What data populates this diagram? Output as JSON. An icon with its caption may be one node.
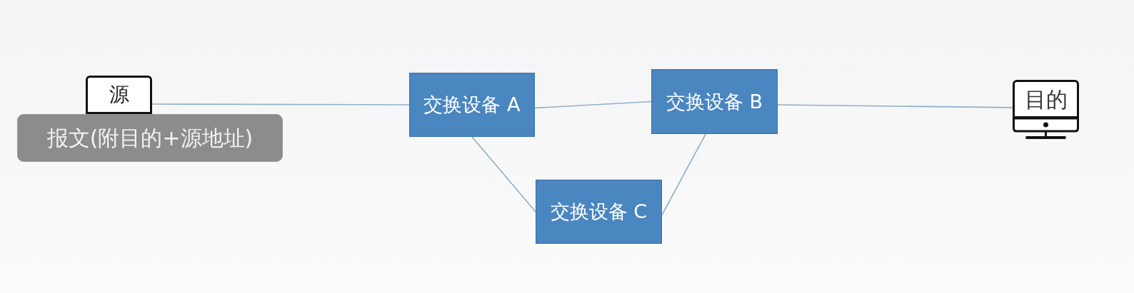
{
  "diagram": {
    "nodes": [
      {
        "text": [
          "源"
        ]
      },
      {
        "text": [
          "报文(附目的+源地址)"
        ]
      },
      {
        "text": [
          "交换设备 A"
        ]
      },
      {
        "text": [
          "交换设备 B"
        ]
      },
      {
        "text": [
          "交换设备 C"
        ]
      },
      {
        "text": [
          "目的"
        ]
      }
    ],
    "edges": [
      {
        "from": 0,
        "to": 2,
        "arrow": "none"
      },
      {
        "from": 2,
        "to": 3,
        "arrow": "none"
      },
      {
        "from": 3,
        "to": 5,
        "arrow": "none"
      },
      {
        "from": 2,
        "to": 4,
        "arrow": "none"
      },
      {
        "from": 4,
        "to": 3,
        "arrow": "none"
      }
    ]
  }
}
